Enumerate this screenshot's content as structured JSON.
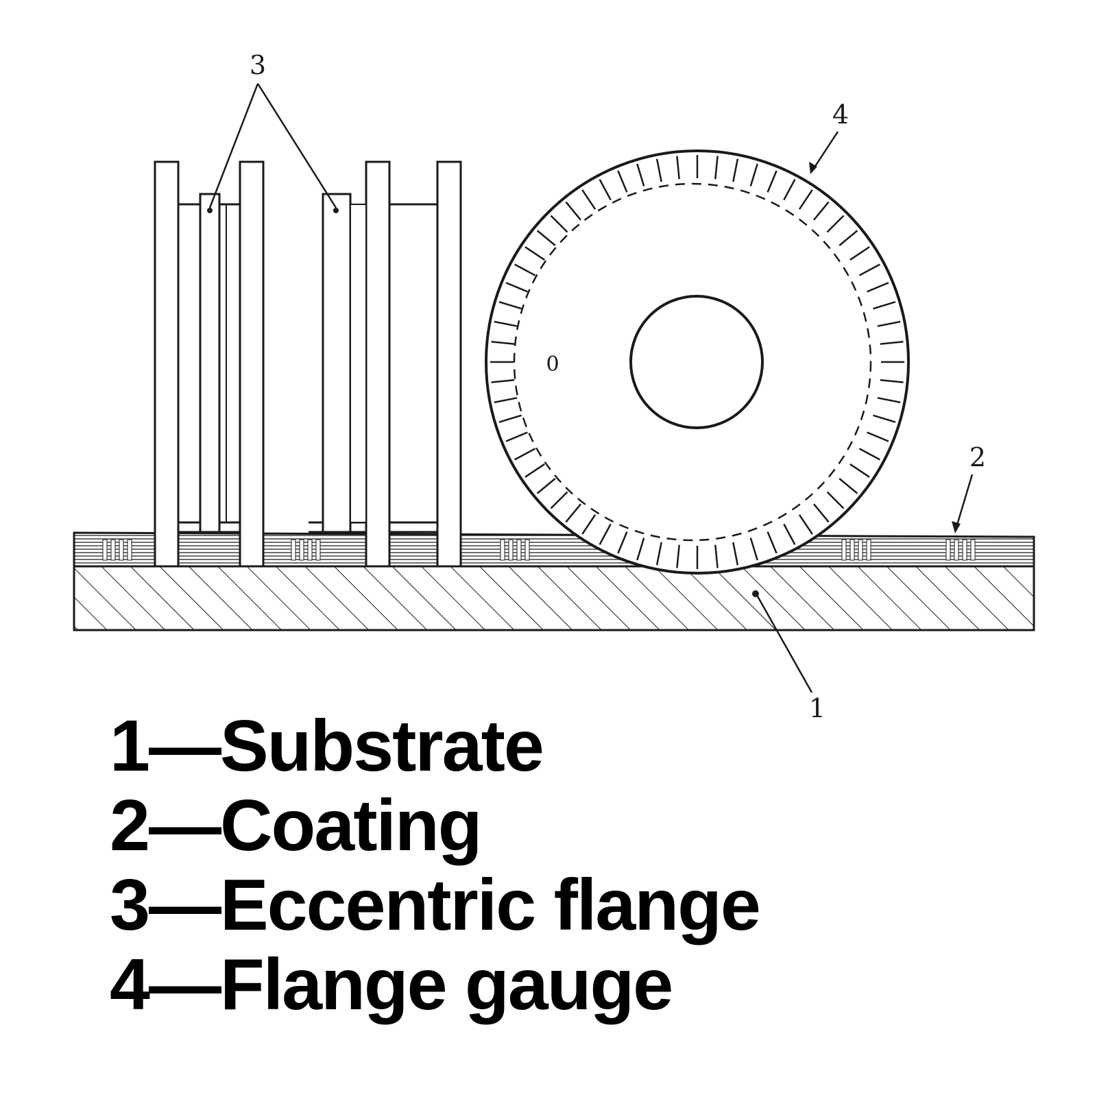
{
  "diagram": {
    "callouts": {
      "substrate": "1",
      "coating": "2",
      "eccentric_flange": "3",
      "flange_gauge": "4"
    },
    "gauge_zero_mark": "0",
    "colors": {
      "line": "#1a1a1a",
      "background": "#ffffff"
    }
  },
  "legend": {
    "items": [
      {
        "text": "1—Substrate"
      },
      {
        "text": "2—Coating"
      },
      {
        "text": "3—Eccentric flange"
      },
      {
        "text": "4—Flange gauge"
      }
    ]
  }
}
